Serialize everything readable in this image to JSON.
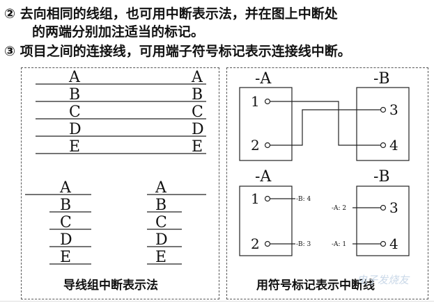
{
  "text": {
    "line1": "② 去向相同的线组，也可用中断表示法，并在图上中断处",
    "line2": "的两端分别加注适当的标记。",
    "line3": "③ 项目之间的连接线，可用端子符号标记表示连接线中断。"
  },
  "left_panel": {
    "letters": [
      "A",
      "B",
      "C",
      "D",
      "E"
    ],
    "caption": "导线组中断表示法"
  },
  "right_panel": {
    "top": {
      "left_label": "-A",
      "right_label": "-B",
      "left_terminals": [
        "1",
        "2"
      ],
      "right_terminals": [
        "3",
        "4"
      ]
    },
    "bottom": {
      "left_label": "-A",
      "right_label": "-B",
      "left_terminals": [
        "1",
        "2"
      ],
      "right_terminals": [
        "3",
        "4"
      ],
      "marks_left": [
        "-B: 4",
        "-B: 3"
      ],
      "marks_right": [
        "-A: 2",
        "-A: 1"
      ]
    },
    "caption": "用符号标记表示中断线"
  },
  "watermark": "电子发烧友",
  "colors": {
    "text": "#111111",
    "line": "#222222",
    "panel_border": "#555555"
  }
}
